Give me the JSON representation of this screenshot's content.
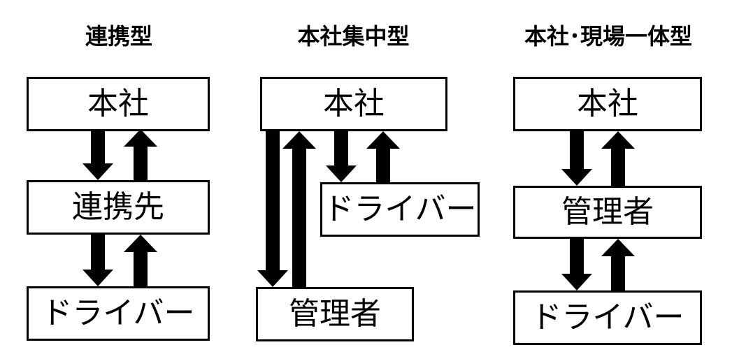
{
  "diagrams": [
    {
      "title": "連携型",
      "boxes": {
        "top": "本社",
        "middle": "連携先",
        "bottom": "ドライバー"
      }
    },
    {
      "title": "本社集中型",
      "boxes": {
        "top": "本社",
        "right": "ドライバー",
        "bottom": "管理者"
      }
    },
    {
      "title": "本社･現場一体型",
      "boxes": {
        "top": "本社",
        "middle": "管理者",
        "bottom": "ドライバー"
      }
    }
  ]
}
